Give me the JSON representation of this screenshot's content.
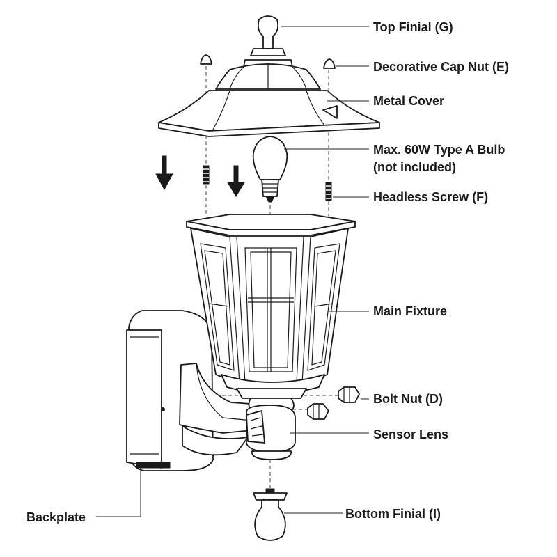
{
  "labels": {
    "top_finial": "Top Finial (G)",
    "cap_nut": "Decorative Cap Nut (E)",
    "metal_cover": "Metal Cover",
    "bulb_line1": "Max. 60W Type A Bulb",
    "bulb_line2": "(not included)",
    "headless_screw": "Headless Screw (F)",
    "main_fixture": "Main Fixture",
    "bolt_nut": "Bolt Nut (D)",
    "sensor_lens": "Sensor Lens",
    "backplate": "Backplate",
    "bottom_finial": "Bottom Finial (I)"
  },
  "icons": [
    "down-arrow-icon"
  ],
  "colors": {
    "line": "#1a1a1a",
    "background": "#ffffff"
  }
}
